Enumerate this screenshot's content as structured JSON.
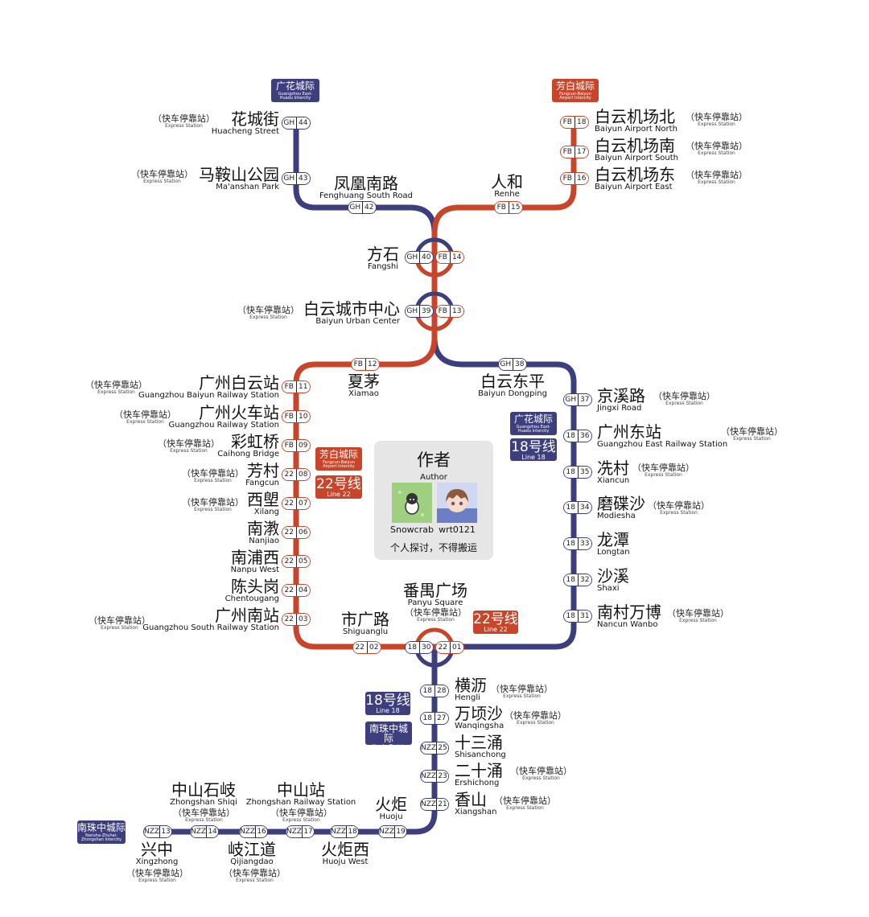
{
  "colors": {
    "line18": "#3c3e7e",
    "line22": "#c9452a"
  },
  "express": {
    "zh": "（快车停靠站）",
    "en": "Express Station"
  },
  "tags": {
    "gh": {
      "zh": "广花城际",
      "en": "Guangzhou East-Huadu Intercity"
    },
    "fb": {
      "zh": "芳白城际",
      "en": "Fangcun-Baiyun Airport Intercity"
    },
    "nzz": {
      "zh": "南珠中城际",
      "en": "Nansha-Zhuhai-Zhongshan Intercity"
    },
    "l18": {
      "zh": "18号线",
      "en": "Line 18"
    },
    "l22": {
      "zh": "22号线",
      "en": "Line 22"
    }
  },
  "author": {
    "title": "作者",
    "title_en": "Author",
    "name1": "Snowcrab",
    "name2": "wrt0121",
    "note": "个人探讨，不得搬运"
  },
  "stations": [
    {
      "zh": "花城街",
      "en": "Huacheng Street",
      "codes": [
        "GH",
        "44"
      ]
    },
    {
      "zh": "马鞍山公园",
      "en": "Ma'anshan Park",
      "codes": [
        "GH",
        "43"
      ]
    },
    {
      "zh": "凤凰南路",
      "en": "Fenghuang South Road",
      "codes": [
        "GH",
        "42"
      ]
    },
    {
      "zh": "人和",
      "en": "Renhe",
      "codes": [
        "FB",
        "15"
      ]
    },
    {
      "zh": "白云机场北",
      "en": "Baiyun Airport North",
      "codes": [
        "FB",
        "18"
      ]
    },
    {
      "zh": "白云机场南",
      "en": "Baiyun Airport South",
      "codes": [
        "FB",
        "17"
      ]
    },
    {
      "zh": "白云机场东",
      "en": "Baiyun Airport East",
      "codes": [
        "FB",
        "16"
      ]
    },
    {
      "zh": "方石",
      "en": "Fangshi",
      "codes": [
        "GH",
        "40",
        "FB",
        "14"
      ]
    },
    {
      "zh": "白云城市中心",
      "en": "Baiyun Urban Center",
      "codes": [
        "GH",
        "39",
        "FB",
        "13"
      ]
    },
    {
      "zh": "夏茅",
      "en": "Xiamao",
      "codes": [
        "FB",
        "12"
      ]
    },
    {
      "zh": "白云东平",
      "en": "Baiyun Dongping",
      "codes": [
        "GH",
        "38"
      ]
    },
    {
      "zh": "广州白云站",
      "en": "Guangzhou Baiyun Railway Station",
      "codes": [
        "FB",
        "11"
      ]
    },
    {
      "zh": "广州火车站",
      "en": "Guangzhou Railway Station",
      "codes": [
        "FB",
        "10"
      ]
    },
    {
      "zh": "彩虹桥",
      "en": "Caihong Bridge",
      "codes": [
        "FB",
        "09"
      ]
    },
    {
      "zh": "芳村",
      "en": "Fangcun",
      "codes": [
        "22",
        "08"
      ]
    },
    {
      "zh": "西塱",
      "en": "Xilang",
      "codes": [
        "22",
        "07"
      ]
    },
    {
      "zh": "南漖",
      "en": "Nanjiao",
      "codes": [
        "22",
        "06"
      ]
    },
    {
      "zh": "南浦西",
      "en": "Nanpu West",
      "codes": [
        "22",
        "05"
      ]
    },
    {
      "zh": "陈头岗",
      "en": "Chentougang",
      "codes": [
        "22",
        "04"
      ]
    },
    {
      "zh": "广州南站",
      "en": "Guangzhou South Railway Station",
      "codes": [
        "22",
        "03"
      ]
    },
    {
      "zh": "京溪路",
      "en": "Jingxi Road",
      "codes": [
        "GH",
        "37"
      ]
    },
    {
      "zh": "广州东站",
      "en": "Guangzhou East Railway Station",
      "codes": [
        "18",
        "36"
      ]
    },
    {
      "zh": "冼村",
      "en": "Xiancun",
      "codes": [
        "18",
        "35"
      ]
    },
    {
      "zh": "磨碟沙",
      "en": "Modiesha",
      "codes": [
        "18",
        "34"
      ]
    },
    {
      "zh": "龙潭",
      "en": "Longtan",
      "codes": [
        "18",
        "33"
      ]
    },
    {
      "zh": "沙溪",
      "en": "Shaxi",
      "codes": [
        "18",
        "32"
      ]
    },
    {
      "zh": "南村万博",
      "en": "Nancun Wanbo",
      "codes": [
        "18",
        "31"
      ]
    },
    {
      "zh": "番禺广场",
      "en": "Panyu Square",
      "codes": [
        "18",
        "30",
        "22",
        "01"
      ]
    },
    {
      "zh": "市广路",
      "en": "Shiguanglu",
      "codes": [
        "22",
        "02"
      ]
    },
    {
      "zh": "横沥",
      "en": "Hengli",
      "codes": [
        "18",
        "28"
      ]
    },
    {
      "zh": "万顷沙",
      "en": "Wanqingsha",
      "codes": [
        "18",
        "27"
      ]
    },
    {
      "zh": "十三涌",
      "en": "Shisanchong",
      "codes": [
        "NZZ",
        "25"
      ]
    },
    {
      "zh": "二十涌",
      "en": "Ershichong",
      "codes": [
        "NZZ",
        "23"
      ]
    },
    {
      "zh": "香山",
      "en": "Xiangshan",
      "codes": [
        "NZZ",
        "21"
      ]
    },
    {
      "zh": "火炬",
      "en": "Huoju",
      "codes": [
        "NZZ",
        "19"
      ]
    },
    {
      "zh": "火炬西",
      "en": "Huoju West",
      "codes": [
        "NZZ",
        "18"
      ]
    },
    {
      "zh": "中山站",
      "en": "Zhongshan Railway Station",
      "codes": [
        "NZZ",
        "17"
      ]
    },
    {
      "zh": "岐江道",
      "en": "Qijiangdao",
      "codes": [
        "NZZ",
        "16"
      ]
    },
    {
      "zh": "中山石岐",
      "en": "Zhongshan Shiqi",
      "codes": [
        "NZZ",
        "14"
      ]
    },
    {
      "zh": "兴中",
      "en": "Xingzhong",
      "codes": [
        "NZZ",
        "13"
      ]
    }
  ]
}
